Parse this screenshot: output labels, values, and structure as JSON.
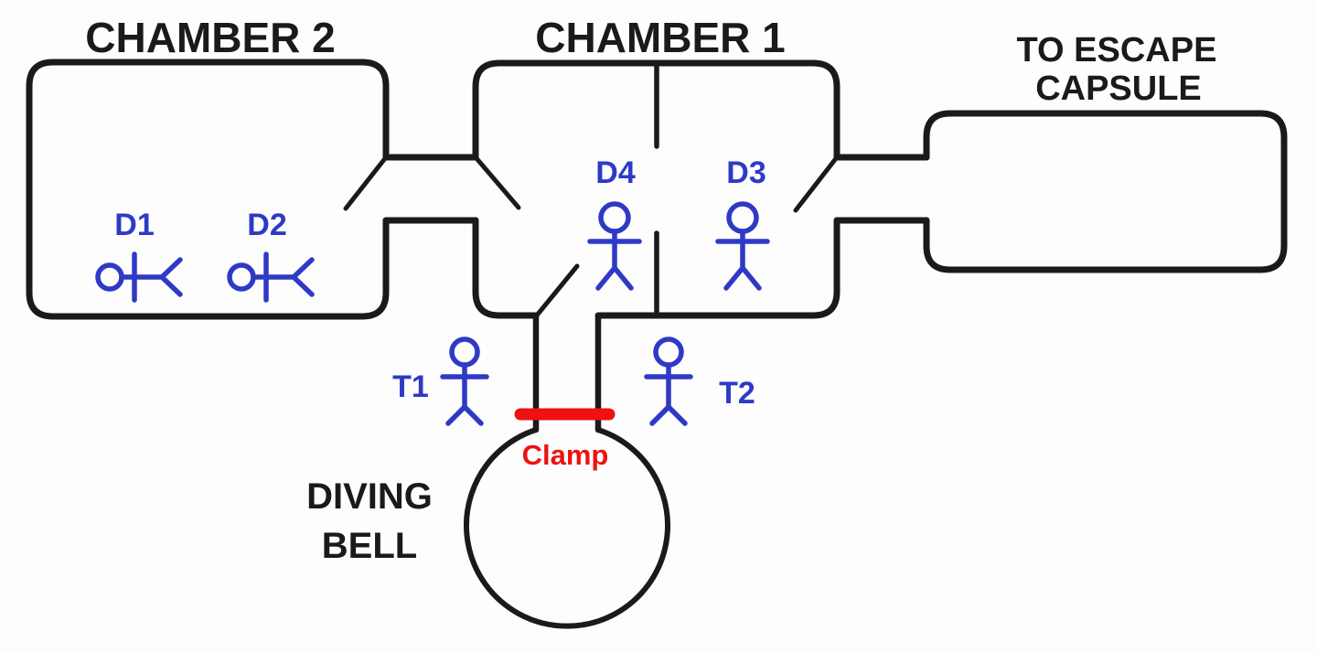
{
  "diagram": {
    "labels": {
      "chamber2": "CHAMBER 2",
      "chamber1": "CHAMBER 1",
      "escape_line1": "TO ESCAPE",
      "escape_line2": "CAPSULE",
      "bell_line1": "DIVING",
      "bell_line2": "BELL",
      "clamp": "Clamp",
      "diver1": "D1",
      "diver2": "D2",
      "diver3": "D3",
      "diver4": "D4",
      "tender1": "T1",
      "tender2": "T2"
    },
    "colors": {
      "line": "#1a1a1a",
      "figure": "#2e3ac6",
      "clamp": "#ee1111",
      "background": "#fdfdfd"
    }
  }
}
